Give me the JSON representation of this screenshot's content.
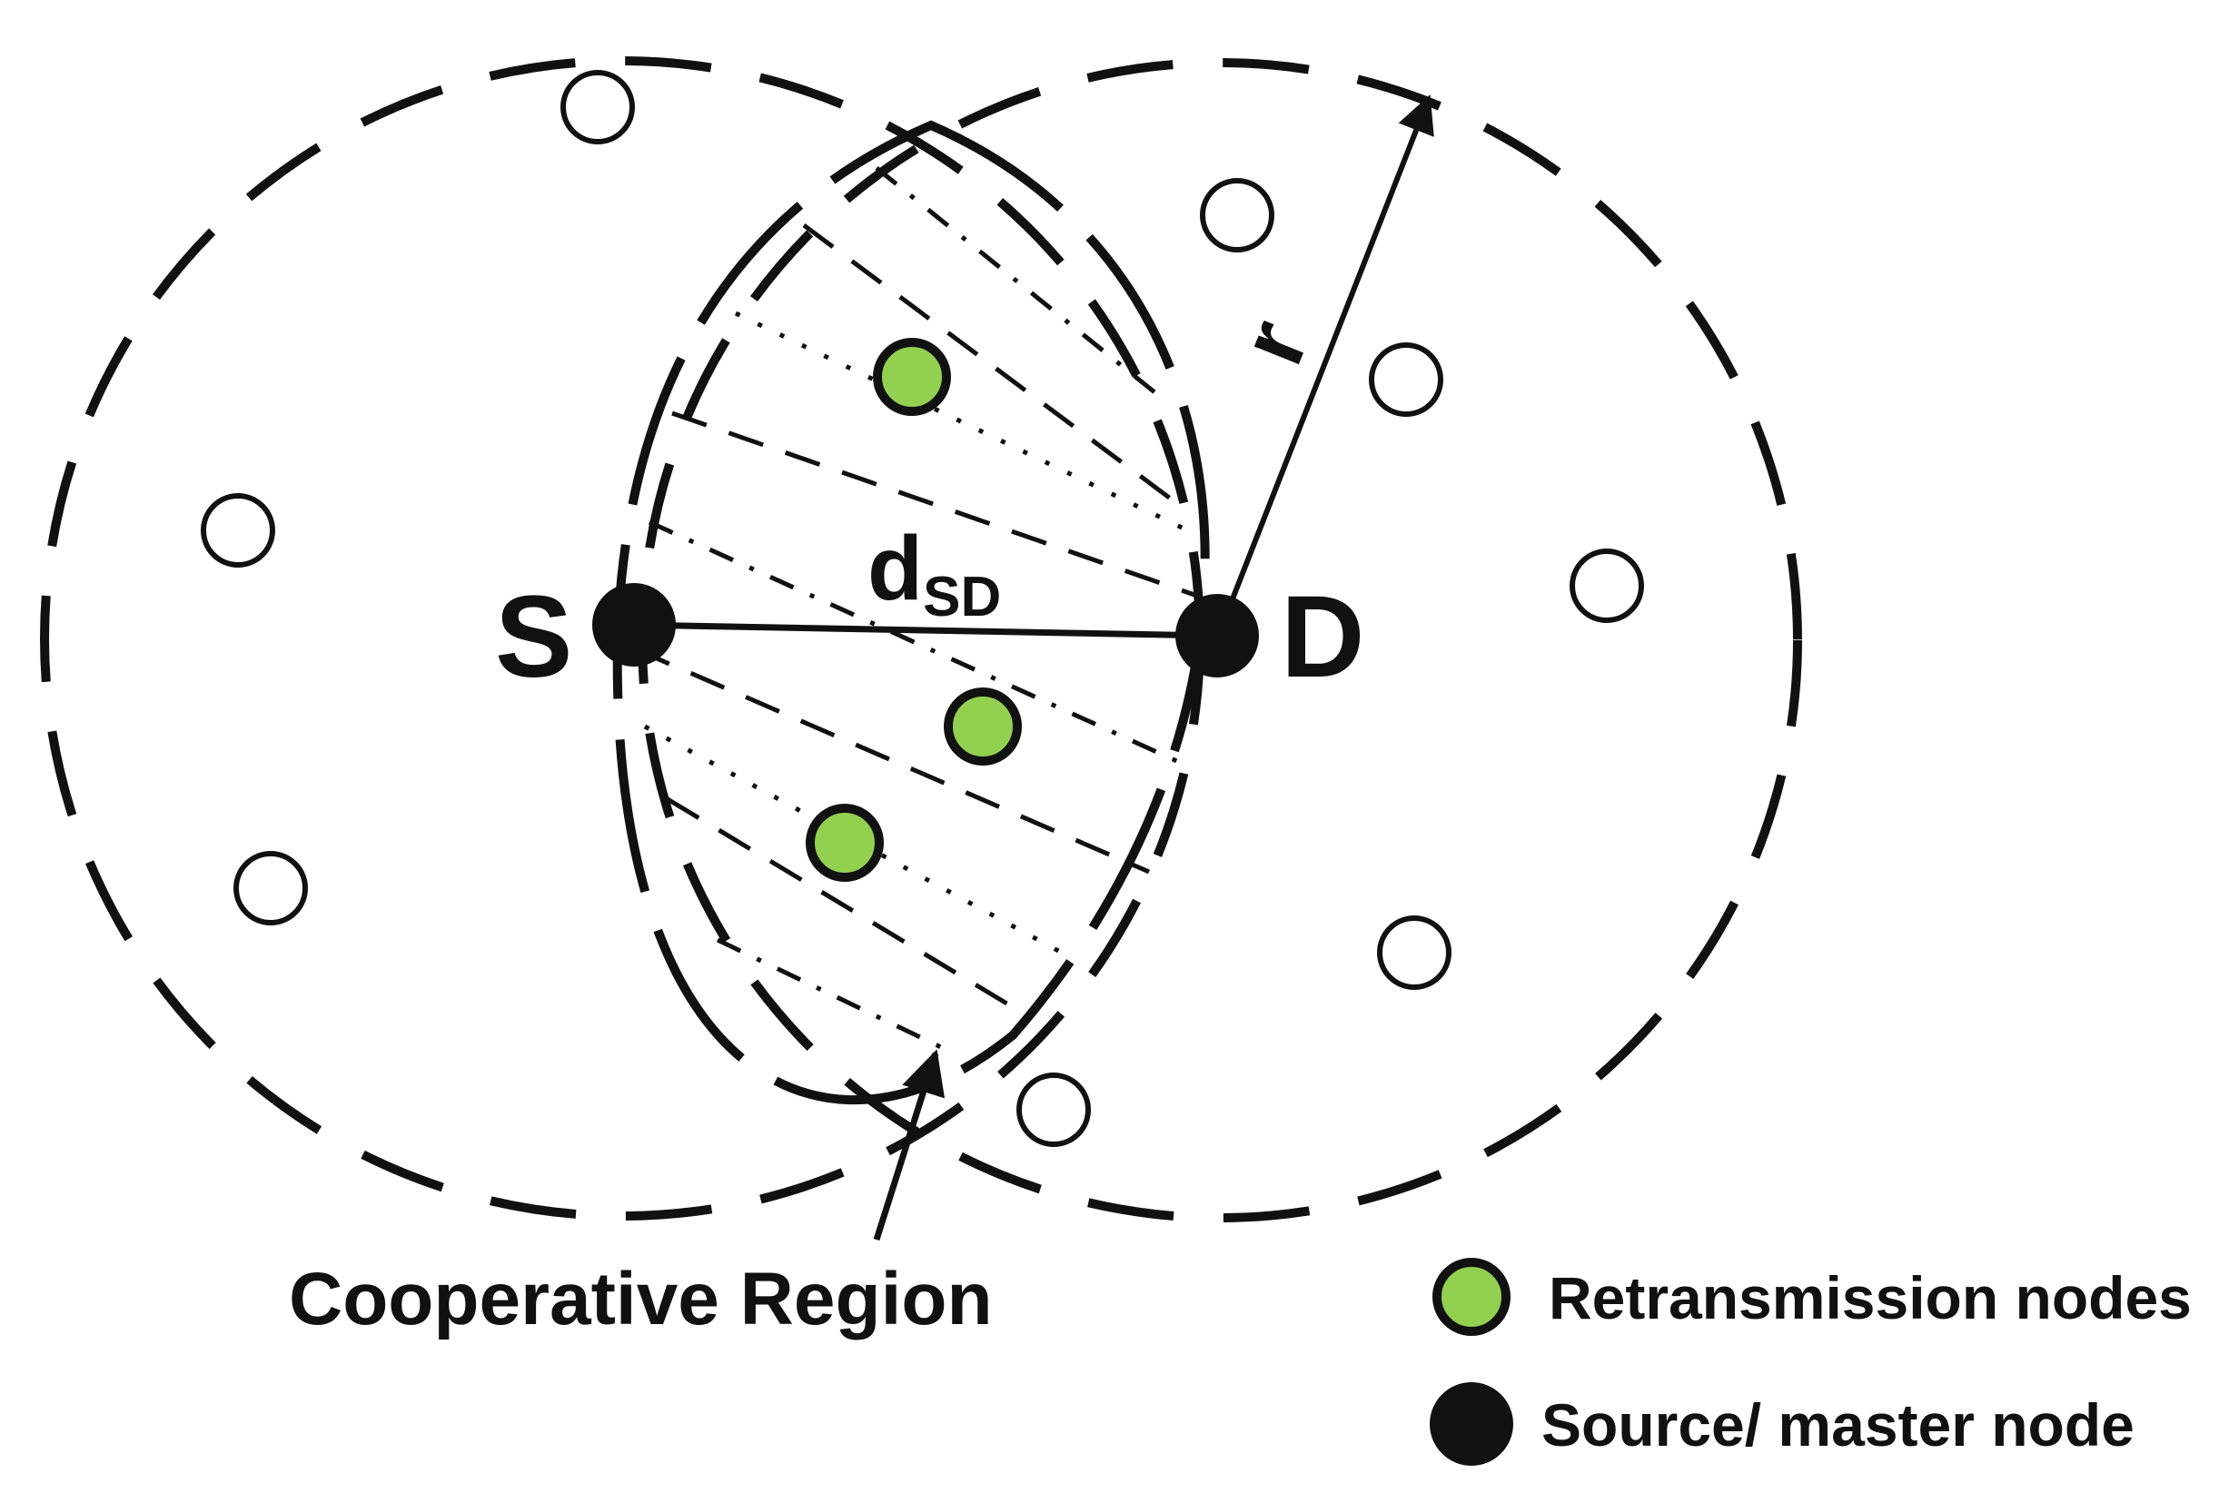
{
  "diagram": {
    "labels": {
      "source": "S",
      "destination": "D",
      "radius": "r",
      "distance_main": "d",
      "distance_sub": "SD",
      "region": "Cooperative Region"
    },
    "legend": {
      "retransmission": "Retransmission nodes",
      "source_master": "Source/ master node"
    },
    "colors": {
      "retransmission_node": "#92d050",
      "stroke": "#111111",
      "background": "#ffffff"
    }
  }
}
